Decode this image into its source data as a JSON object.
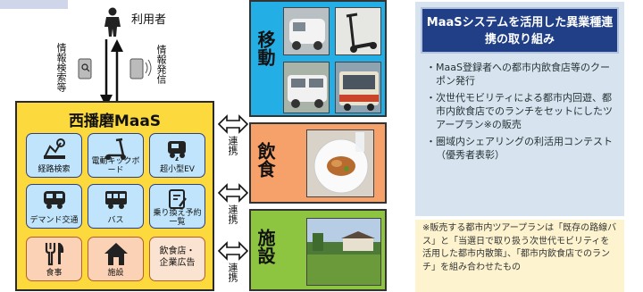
{
  "user": {
    "label": "利用者",
    "icon": "person-icon"
  },
  "flow": {
    "search_label": "情報検索等",
    "send_label": "情報発信"
  },
  "maas": {
    "title": "西播磨MaaS",
    "tiles": [
      {
        "label": "経路検索",
        "icon": "route-search-icon"
      },
      {
        "label": "電動キックボード",
        "icon": "kickboard-icon"
      },
      {
        "label": "超小型EV",
        "icon": "small-ev-icon"
      },
      {
        "label": "デマンド交通",
        "icon": "demand-bus-icon"
      },
      {
        "label": "バス",
        "icon": "bus-icon"
      },
      {
        "label": "乗り換え予約一覧",
        "icon": "transfer-reservation-icon"
      },
      {
        "label": "食事",
        "icon": "cutlery-icon"
      },
      {
        "label": "施設",
        "icon": "house-icon"
      },
      {
        "label": "飲食店・企業広告",
        "icon": ""
      }
    ]
  },
  "links": [
    "連携",
    "連携",
    "連携"
  ],
  "categories": {
    "move": "移動",
    "food": "飲食",
    "facility": "施設"
  },
  "panel": {
    "title": "MaaSシステムを活用した異業種連携の取り組み",
    "bullets": [
      "・MaaS登録者への都市内飲食店等のクーポン発行",
      "・次世代モビリティによる都市内回遊、都市内飲食店でのランチをセットにしたツアープラン※の販売",
      "・圏域内シェアリングの利活用コンテスト（優秀者表彰）"
    ],
    "note": "※販売する都市内ツアープランは「既存の路線バス」と「当選日で取り扱う次世代モビリティを活用した都市内散策」、「都市内飲食店でのランチ」を組み合わせたもの"
  },
  "colors": {
    "maas_bg": "#fcd93d",
    "move": "#23aee5",
    "food": "#f6a16a",
    "facility": "#8dc541",
    "panel_title": "#203f86"
  }
}
